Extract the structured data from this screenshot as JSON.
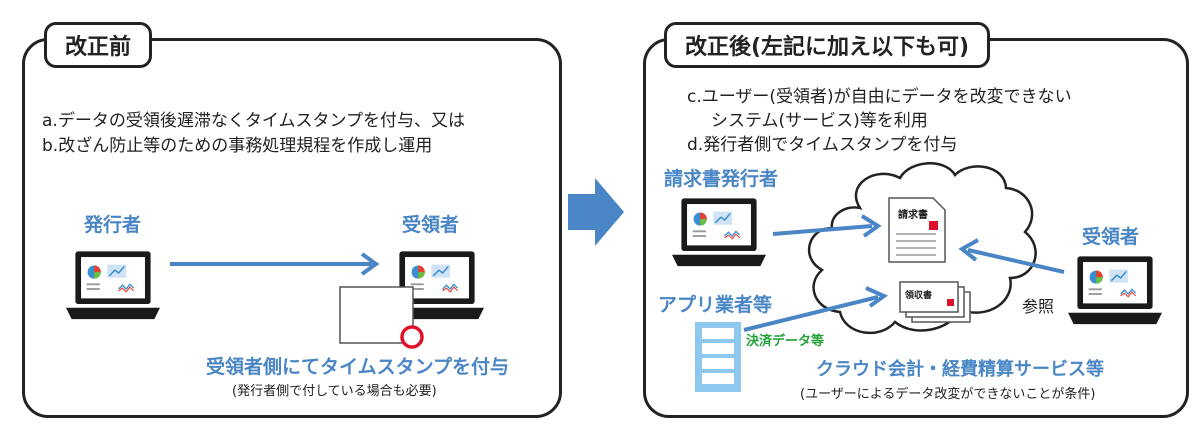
{
  "left": {
    "tab": "改正前",
    "line_a": "a.データの受領後遅滞なくタイムスタンプを付与、又は",
    "line_b": "b.改ざん防止等のための事務処理規程を作成し運用",
    "issuer": "発行者",
    "receiver": "受領者",
    "stamp_caption": "受領者側にてタイムスタンプを付与",
    "stamp_note": "(発行者側で付している場合も必要)"
  },
  "right": {
    "tab": "改正後(左記に加え以下も可)",
    "line_c1": "c.ユーザー(受領者)が自由にデータを改変できない",
    "line_c2": "システム(サービス)等を利用",
    "line_d": "d.発行者側でタイムスタンプを付与",
    "issuer": "請求書発行者",
    "receiver": "受領者",
    "app_vendor": "アプリ業者等",
    "settlement": "決済データ等",
    "invoice_doc": "請求書",
    "receipt_doc": "領収書",
    "reference": "参照",
    "service_caption": "クラウド会計・経費精算サービス等",
    "service_note": "(ユーザーによるデータ改変ができないことが条件)"
  },
  "colors": {
    "blue": "#4a86c5",
    "green": "#22a038",
    "red": "#e0102a",
    "lightblue": "#8ec8ee"
  }
}
